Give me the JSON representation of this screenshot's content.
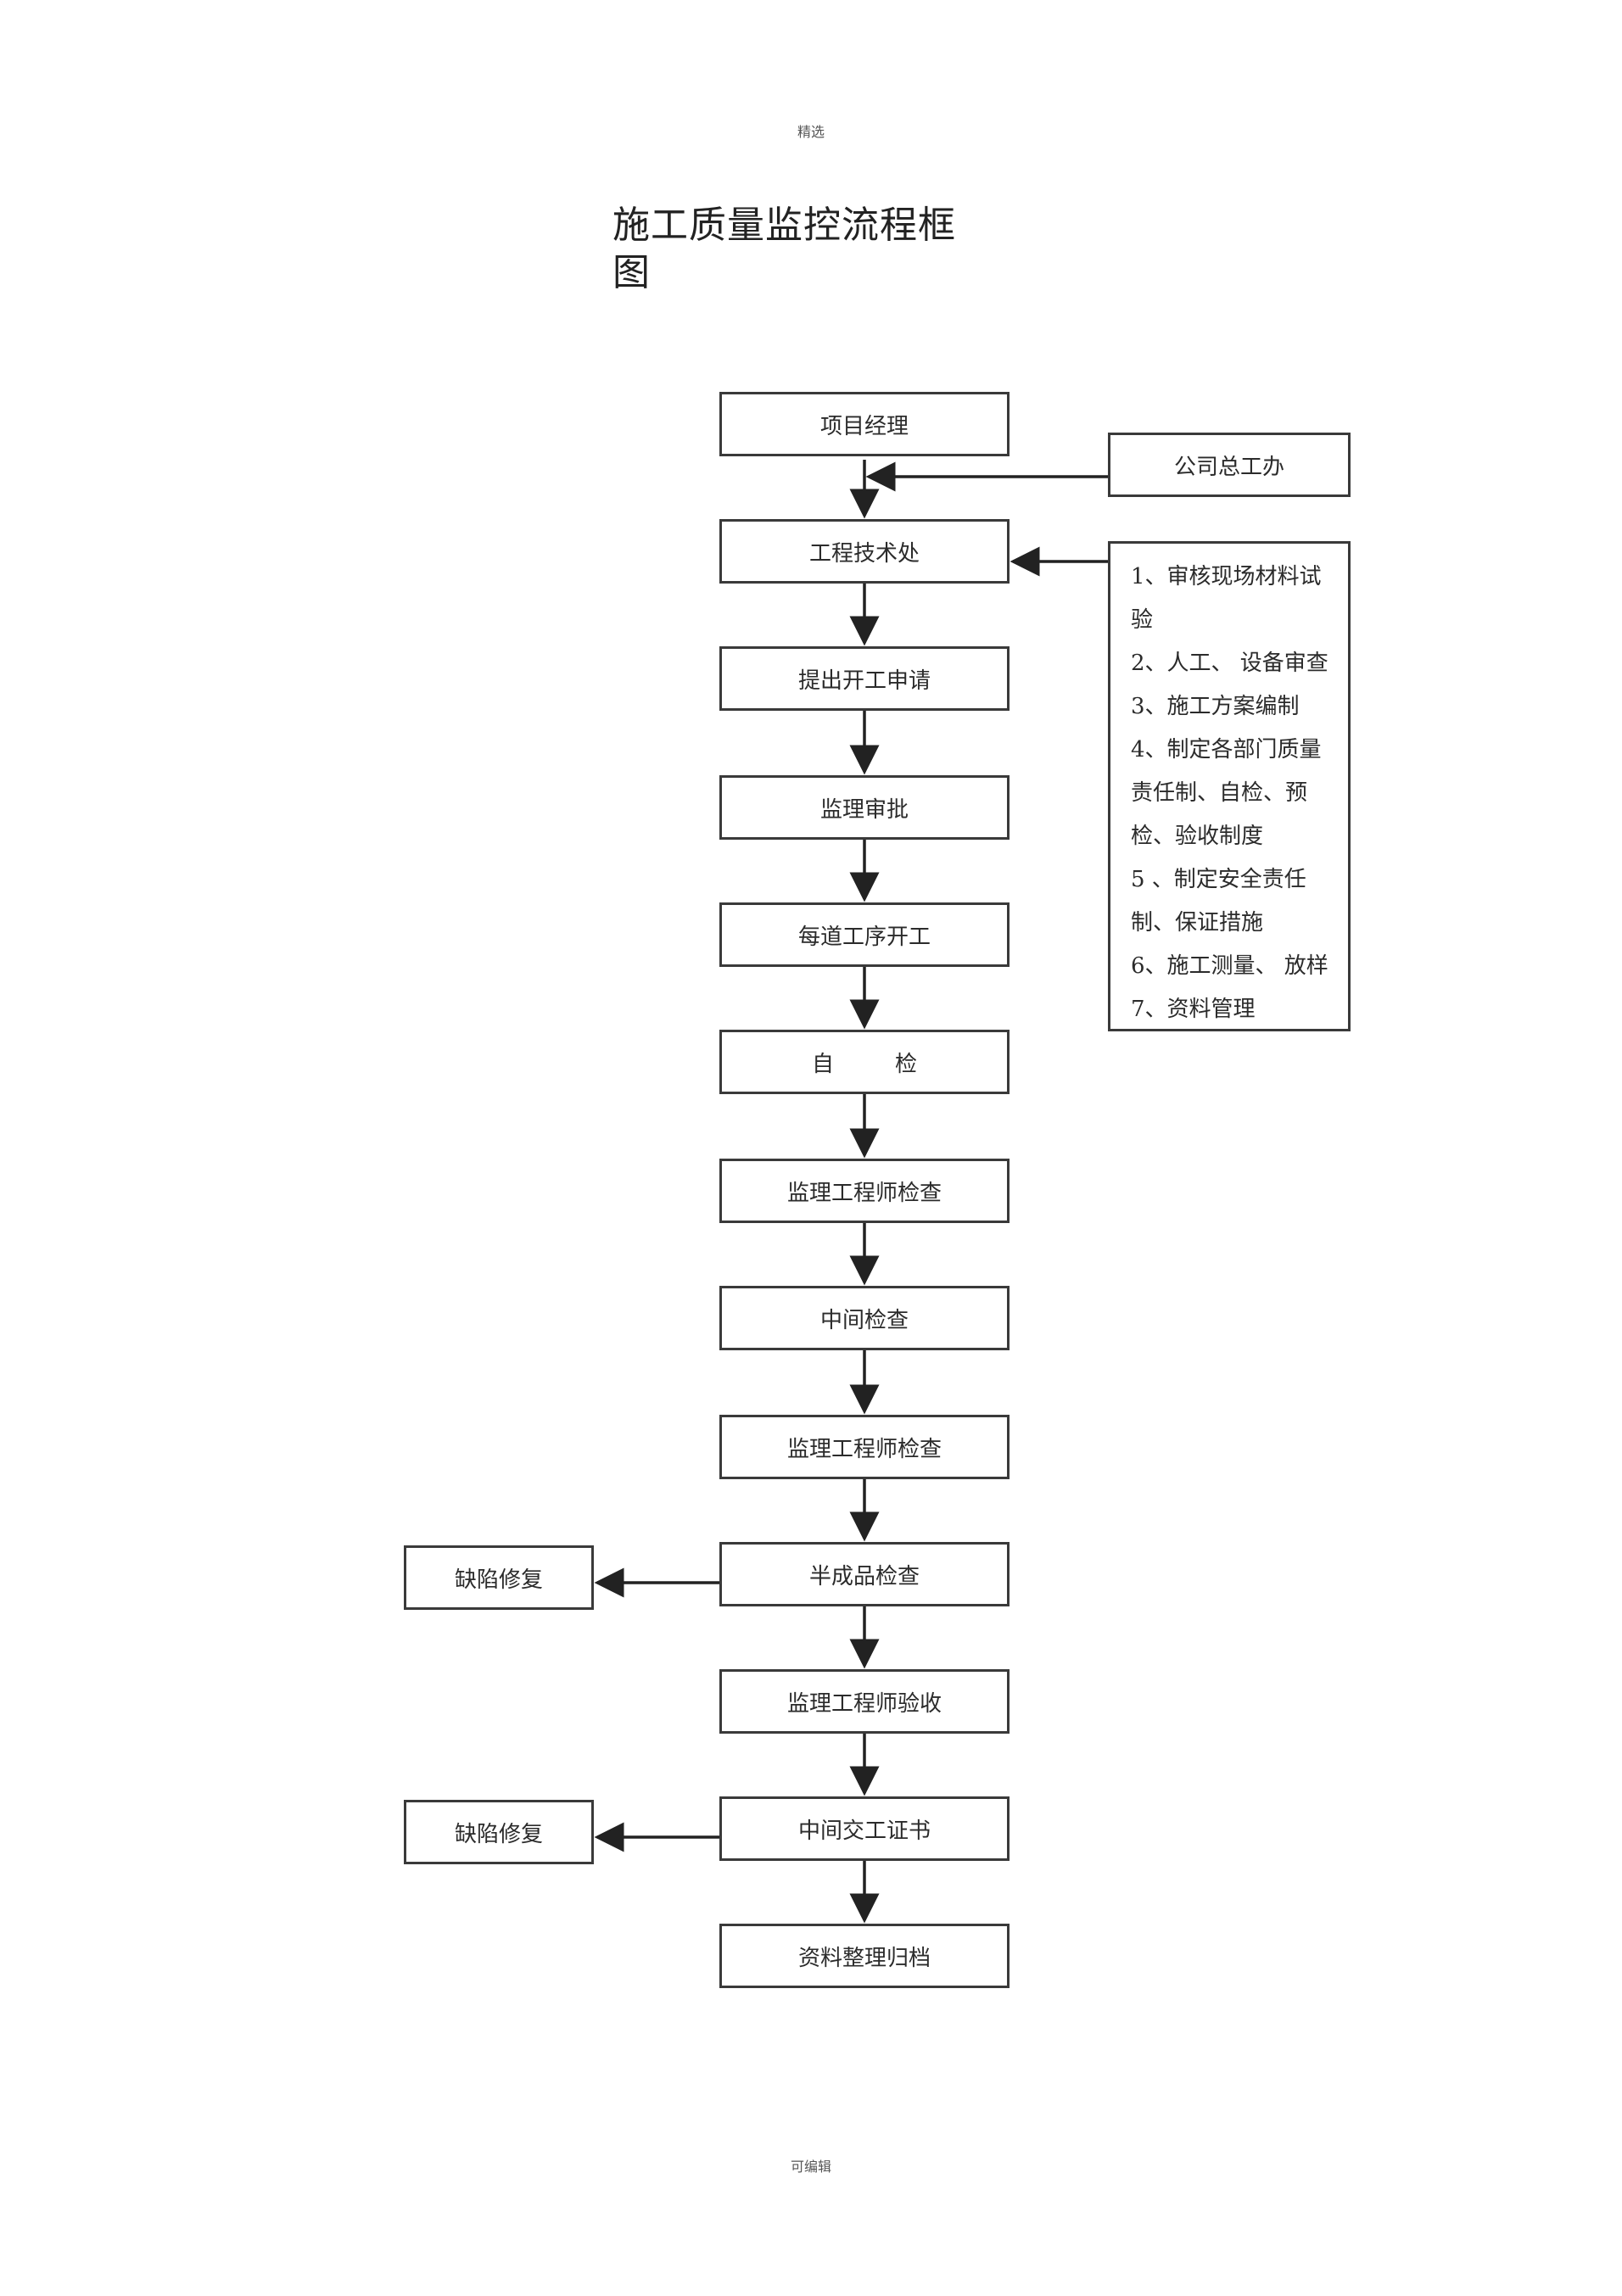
{
  "page": {
    "header_mark": "精选",
    "footer_mark": "可编辑",
    "title": "施工质量监控流程框图"
  },
  "flow": {
    "project_manager": "项目经理",
    "company_chief_office": "公司总工办",
    "engineering_dept": "工程技术处",
    "start_application": "提出开工申请",
    "supervision_approval": "监理审批",
    "process_start": "每道工序开工",
    "self_check": [
      "自",
      "检"
    ],
    "engineer_check_1": "监理工程师检查",
    "midway_check": "中间检查",
    "engineer_check_2": "监理工程师检查",
    "semi_product_check": "半成品检查",
    "engineer_acceptance": "监理工程师验收",
    "handover_certificate": "中间交工证书",
    "archive": "资料整理归档",
    "defect_repair_1": "缺陷修复",
    "defect_repair_2": "缺陷修复"
  },
  "tasks": [
    "1、审核现场材料试",
    "验",
    "2、人工、 设备审查",
    "3、施工方案编制",
    "4、制定各部门质量",
    "责任制、自检、预",
    "检、验收制度",
    "5 、制定安全责任",
    "制、保证措施",
    "6、施工测量、 放样",
    "7、资料管理"
  ]
}
